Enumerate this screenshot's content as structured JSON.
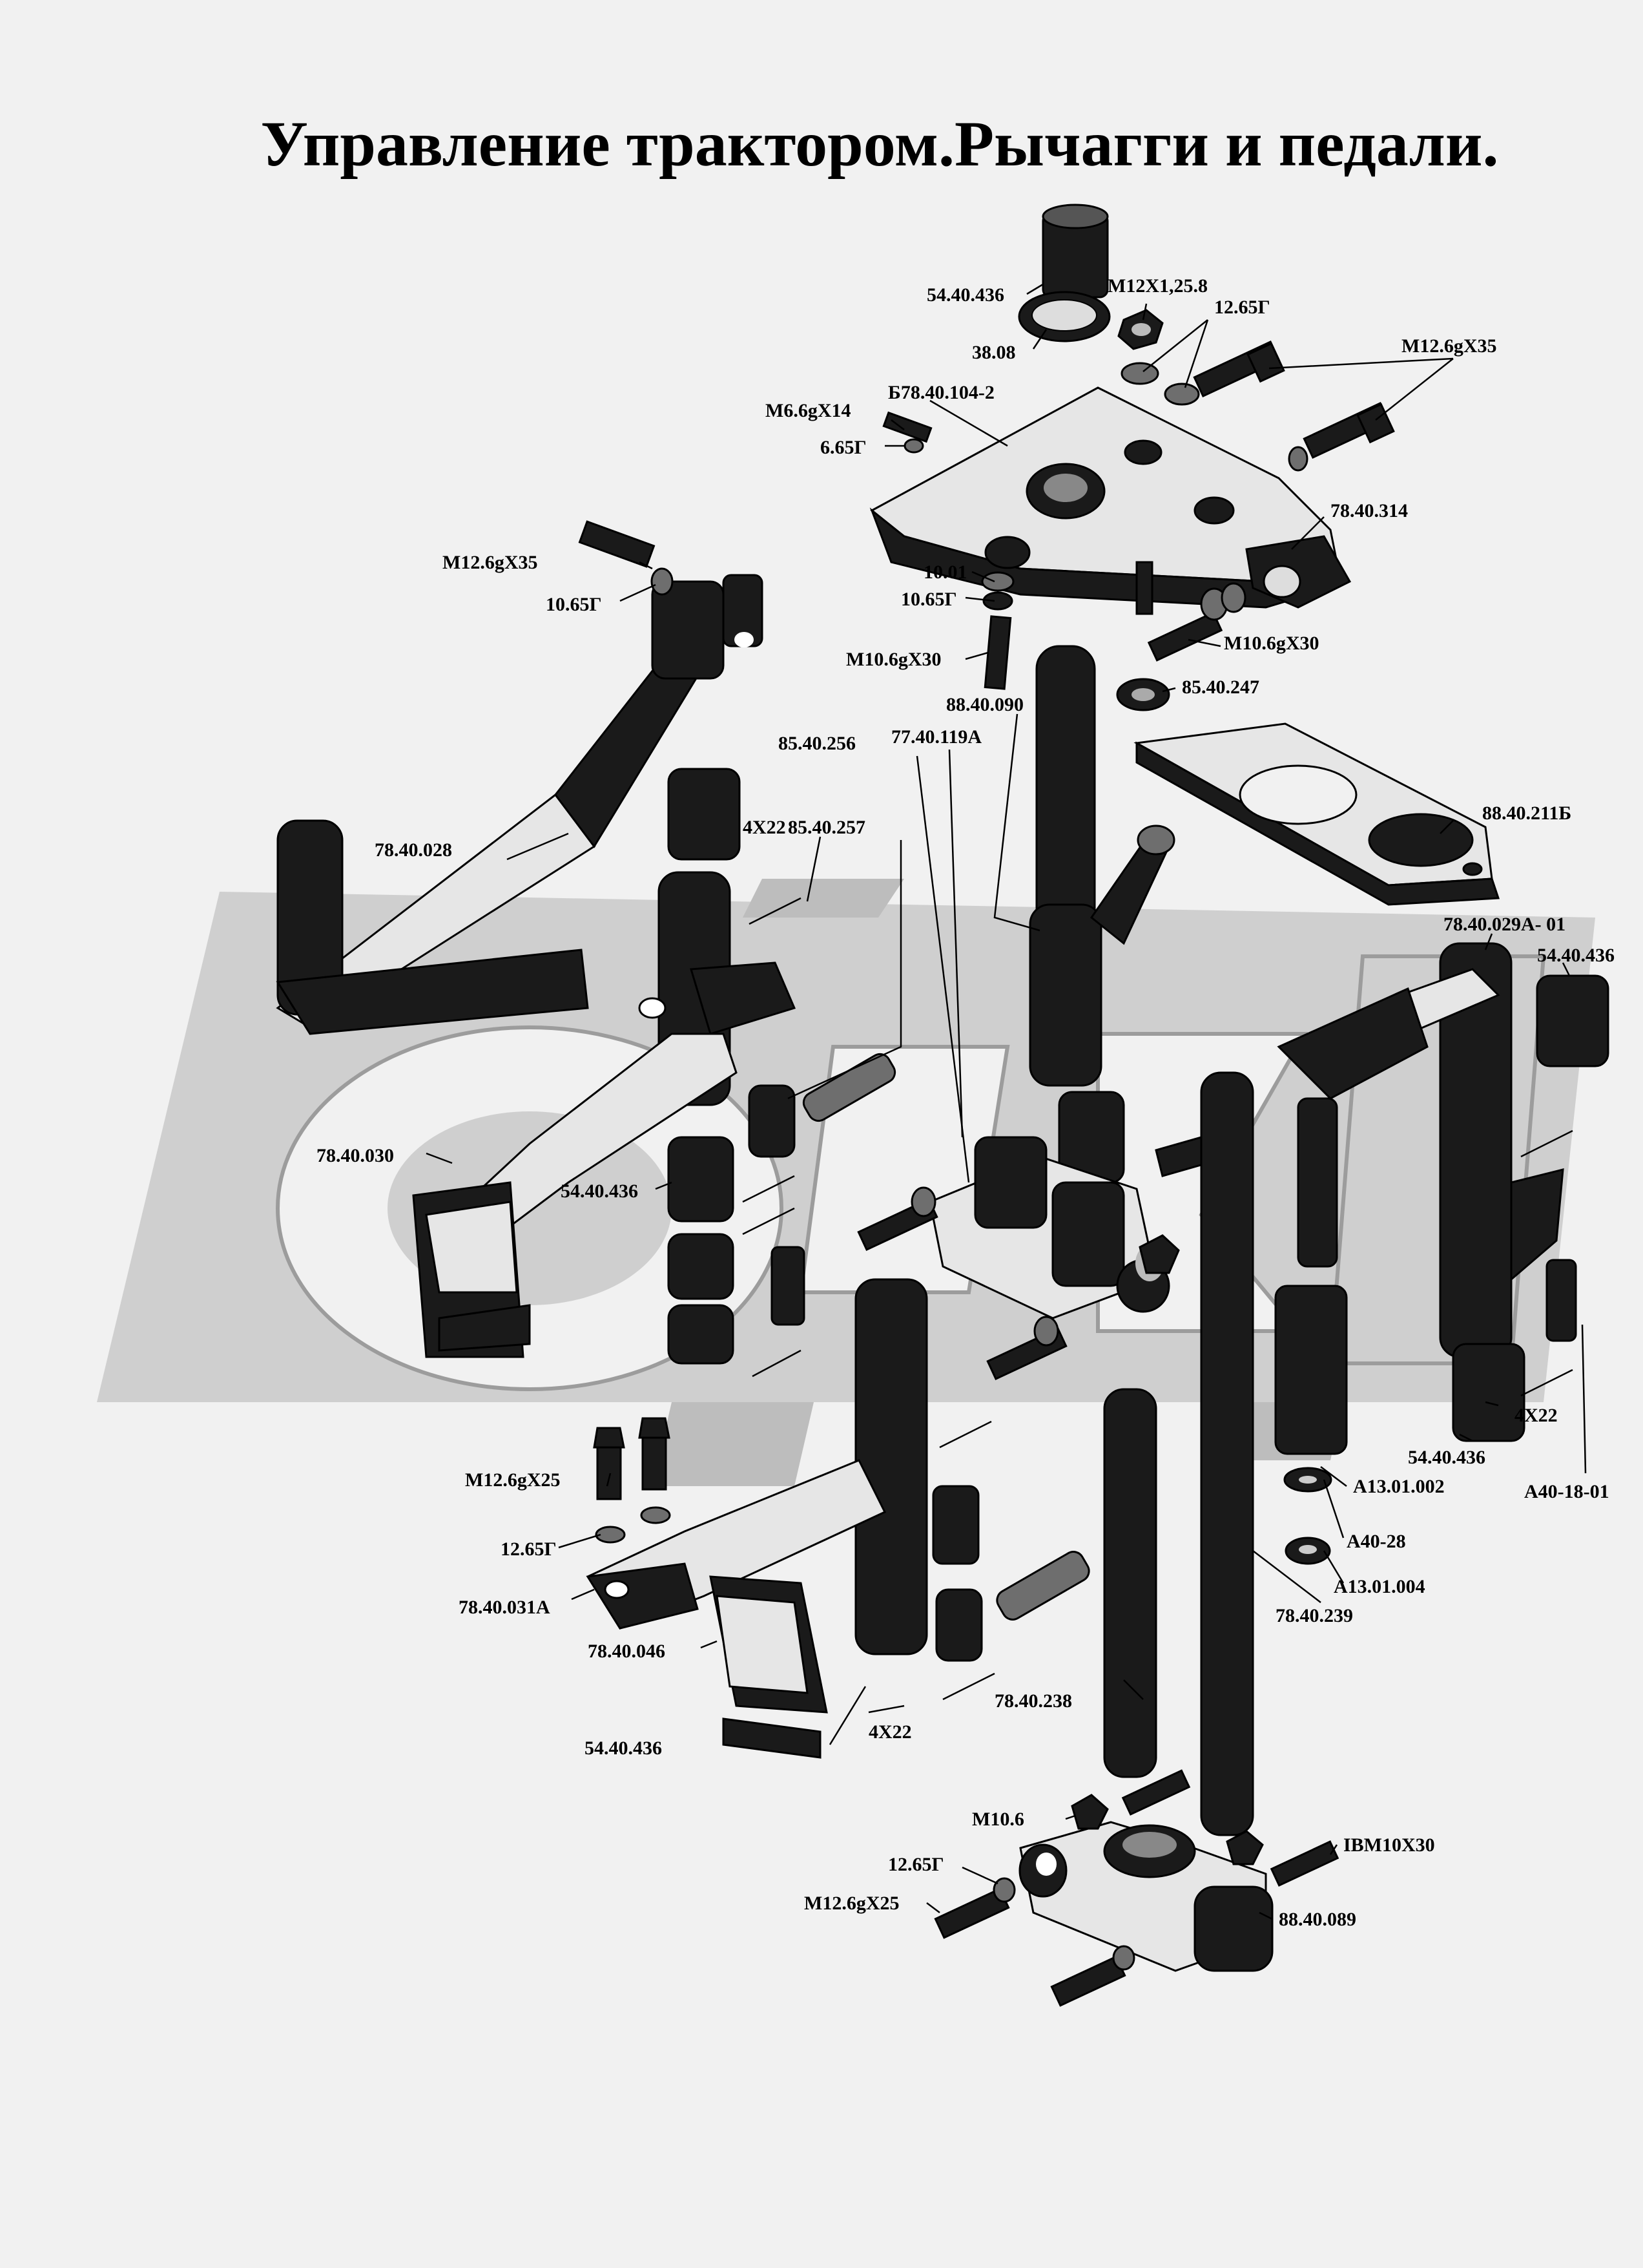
{
  "title": "Управление трактором.Рычагги и педали.",
  "labels": [
    {
      "id": "l1",
      "text": "54.40.436"
    },
    {
      "id": "l2",
      "text": "М12Х1,25.8"
    },
    {
      "id": "l3",
      "text": "12.65Г"
    },
    {
      "id": "l4",
      "text": "М12.6gХ35"
    },
    {
      "id": "l5",
      "text": "38.08"
    },
    {
      "id": "l6",
      "text": "Б78.40.104-2"
    },
    {
      "id": "l7",
      "text": "М6.6gХ14"
    },
    {
      "id": "l8",
      "text": "6.65Г"
    },
    {
      "id": "l9",
      "text": "78.40.314"
    },
    {
      "id": "l10",
      "text": "М12.6gХ35"
    },
    {
      "id": "l11",
      "text": "10.65Г"
    },
    {
      "id": "l12",
      "text": "10.01"
    },
    {
      "id": "l13",
      "text": "10.65Г"
    },
    {
      "id": "l14",
      "text": "М10.6gХ30"
    },
    {
      "id": "l15",
      "text": "М10.6gХ30"
    },
    {
      "id": "l16",
      "text": "85.40.247"
    },
    {
      "id": "l17",
      "text": "88.40.090"
    },
    {
      "id": "l18",
      "text": "85.40.256"
    },
    {
      "id": "l19",
      "text": "77.40.119А"
    },
    {
      "id": "l20",
      "text": "85.40.257"
    },
    {
      "id": "l21",
      "text": "4Х22"
    },
    {
      "id": "l22",
      "text": "78.40.028"
    },
    {
      "id": "l23",
      "text": "88.40.211Б"
    },
    {
      "id": "l24",
      "text": "78.40.029А- 01"
    },
    {
      "id": "l25",
      "text": "54.40.436"
    },
    {
      "id": "l26",
      "text": "78.40.030"
    },
    {
      "id": "l27",
      "text": "54.40.436"
    },
    {
      "id": "l28",
      "text": "4Х22"
    },
    {
      "id": "l29",
      "text": "54.40.436"
    },
    {
      "id": "l30",
      "text": "А13.01.002"
    },
    {
      "id": "l31",
      "text": "А40-18-01"
    },
    {
      "id": "l32",
      "text": "М12.6gХ25"
    },
    {
      "id": "l33",
      "text": "А40-28"
    },
    {
      "id": "l34",
      "text": "12.65Г"
    },
    {
      "id": "l35",
      "text": "А13.01.004"
    },
    {
      "id": "l36",
      "text": "78.40.031А"
    },
    {
      "id": "l37",
      "text": "78.40.239"
    },
    {
      "id": "l38",
      "text": "78.40.046"
    },
    {
      "id": "l39",
      "text": "78.40.238"
    },
    {
      "id": "l40",
      "text": "4Х22"
    },
    {
      "id": "l41",
      "text": "54.40.436"
    },
    {
      "id": "l42",
      "text": "М10.6"
    },
    {
      "id": "l43",
      "text": "IВМ10Х30"
    },
    {
      "id": "l44",
      "text": "12.65Г"
    },
    {
      "id": "l45",
      "text": "М12.6gХ25"
    },
    {
      "id": "l46",
      "text": "88.40.089"
    }
  ]
}
